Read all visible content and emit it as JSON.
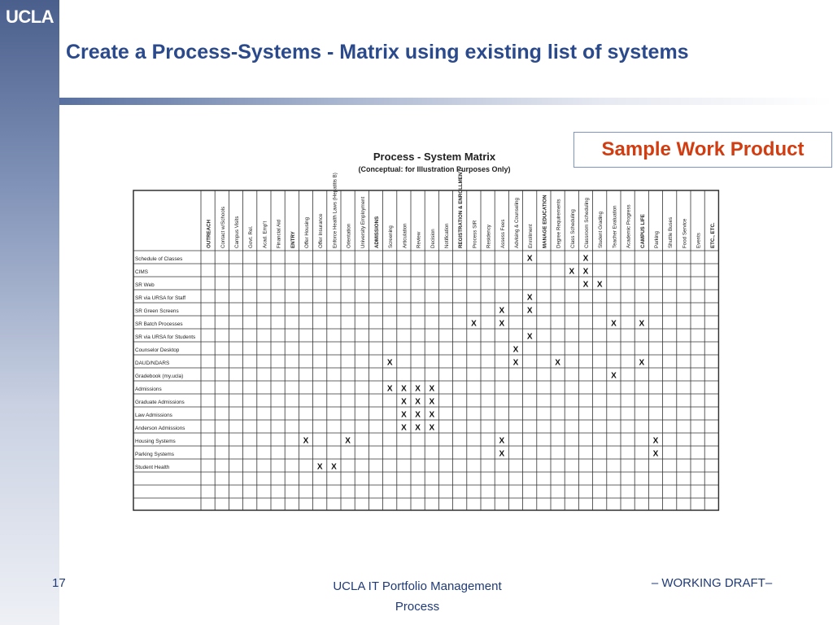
{
  "logo": "UCLA",
  "slide_title": "Create a Process-Systems - Matrix using existing list of systems",
  "callout": "Sample Work Product",
  "matrix": {
    "title": "Process - System Matrix",
    "subtitle": "(Conceptual: for Illustration Purposes Only)",
    "columns": [
      {
        "label": "OUTREACH",
        "header": true
      },
      {
        "label": "Contact w/Schools",
        "header": false
      },
      {
        "label": "Campus Visits",
        "header": false
      },
      {
        "label": "Govt. Rel.",
        "header": false
      },
      {
        "label": "Acad. Emp't",
        "header": false
      },
      {
        "label": "Financial Aid",
        "header": false
      },
      {
        "label": "ENTRY",
        "header": true
      },
      {
        "label": "Offer Housing",
        "header": false
      },
      {
        "label": "Offer Insurance",
        "header": false
      },
      {
        "label": "Enforce Health Laws (Hepatitis B)",
        "header": false
      },
      {
        "label": "Orientation",
        "header": false
      },
      {
        "label": "University Employment",
        "header": false
      },
      {
        "label": "ADMISSIONS",
        "header": true
      },
      {
        "label": "Screening",
        "header": false
      },
      {
        "label": "Articulation",
        "header": false
      },
      {
        "label": "Review",
        "header": false
      },
      {
        "label": "Decision",
        "header": false
      },
      {
        "label": "Notification",
        "header": false
      },
      {
        "label": "REGISTRATION & ENROLLMENT",
        "header": true
      },
      {
        "label": "Process SIR",
        "header": false
      },
      {
        "label": "Residency",
        "header": false
      },
      {
        "label": "Assess Fees",
        "header": false
      },
      {
        "label": "Advising & Counseling",
        "header": false
      },
      {
        "label": "Enrollment",
        "header": false
      },
      {
        "label": "MANAGE EDUCATION",
        "header": true
      },
      {
        "label": "Degree Requirements",
        "header": false
      },
      {
        "label": "Class Scheduling",
        "header": false
      },
      {
        "label": "Classroom Scheduling",
        "header": false
      },
      {
        "label": "Student Grading",
        "header": false
      },
      {
        "label": "Teacher Evaluation",
        "header": false
      },
      {
        "label": "Academic Progress",
        "header": false
      },
      {
        "label": "CAMPUS LIFE",
        "header": true
      },
      {
        "label": "Parking",
        "header": false
      },
      {
        "label": "Shuttle Buses",
        "header": false
      },
      {
        "label": "Food Service",
        "header": false
      },
      {
        "label": "Events",
        "header": false
      },
      {
        "label": "ETC., ETC.",
        "header": true
      }
    ],
    "rows": [
      {
        "label": "Schedule of Classes",
        "marks": [
          23,
          27
        ]
      },
      {
        "label": "CIMS",
        "marks": [
          26,
          27
        ]
      },
      {
        "label": "SR Web",
        "marks": [
          27,
          28
        ]
      },
      {
        "label": "SR via URSA for Staff",
        "marks": [
          23
        ]
      },
      {
        "label": "SR Green Screens",
        "marks": [
          21,
          23
        ]
      },
      {
        "label": "SR Batch Processes",
        "marks": [
          19,
          21,
          29,
          31
        ]
      },
      {
        "label": "SR via URSA for Students",
        "marks": [
          23
        ]
      },
      {
        "label": "Counselor Desktop",
        "marks": [
          22
        ]
      },
      {
        "label": "DAUD/NDARS",
        "marks": [
          13,
          22,
          25,
          31
        ]
      },
      {
        "label": "Gradebook (my.ucla)",
        "marks": [
          29
        ]
      },
      {
        "label": "Admissions",
        "marks": [
          13,
          14,
          15,
          16
        ]
      },
      {
        "label": "Graduate Admissions",
        "marks": [
          14,
          15,
          16
        ]
      },
      {
        "label": "Law Admissions",
        "marks": [
          14,
          15,
          16
        ]
      },
      {
        "label": "Anderson Admissions",
        "marks": [
          14,
          15,
          16
        ]
      },
      {
        "label": "Housing Systems",
        "marks": [
          7,
          10,
          21,
          32
        ]
      },
      {
        "label": "Parking Systems",
        "marks": [
          21,
          32
        ]
      },
      {
        "label": "Student Health",
        "marks": [
          8,
          9
        ]
      },
      {
        "label": "",
        "marks": []
      },
      {
        "label": "",
        "marks": []
      },
      {
        "label": "",
        "marks": []
      }
    ],
    "mark_symbol": "X"
  },
  "footer": {
    "page_number": "17",
    "center_line1": "UCLA IT Portfolio Management",
    "center_line2": "Process",
    "right": "– WORKING DRAFT–"
  },
  "colors": {
    "title": "#2b4a8c",
    "callout_text": "#d13d10",
    "sidebar_top": "#4a5f8c",
    "footer_text": "#1f3a78"
  }
}
